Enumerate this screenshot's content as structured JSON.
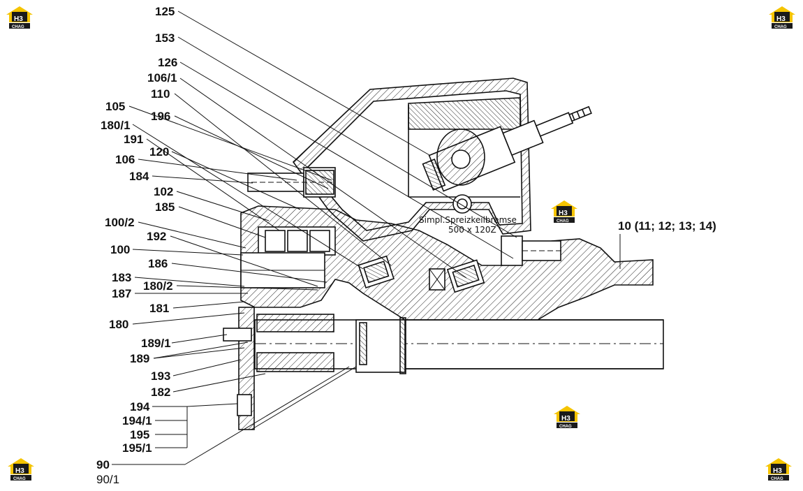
{
  "callouts": [
    "125",
    "153",
    "126",
    "106/1",
    "110",
    "105",
    "196",
    "180/1",
    "191",
    "120",
    "106",
    "184",
    "102",
    "185",
    "100/2",
    "192",
    "100",
    "186",
    "183",
    "180/2",
    "187",
    "181",
    "180",
    "189/1",
    "189",
    "193",
    "182",
    "194",
    "194/1",
    "195",
    "195/1",
    "90"
  ],
  "sub_label": "90/1",
  "right_label": "10 (11; 12; 13; 14)",
  "brake_note": {
    "line1": "Simpl.Spreizkeilbremse",
    "line2": "500 x 120Z"
  },
  "watermark": {
    "mark": "H3",
    "text": "CHAG",
    "color": "#f5c400"
  }
}
